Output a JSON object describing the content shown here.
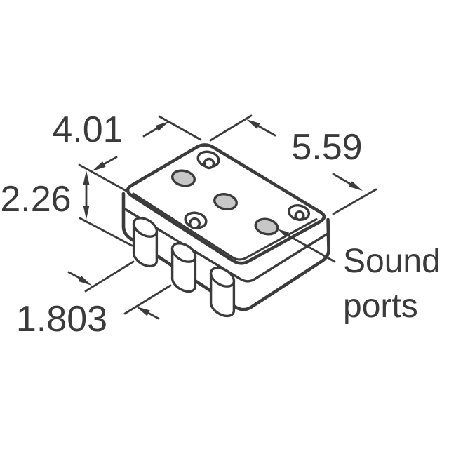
{
  "drawing": {
    "description": "Isometric technical drawing of a surface-mount component with sound ports and dimension callouts",
    "dimensions": {
      "top_width": "4.01",
      "top_length": "5.59",
      "height": "2.26",
      "terminal_pitch": "1.803"
    },
    "callout": {
      "line1": "Sound",
      "line2": "ports"
    },
    "colors": {
      "line": "#3b3b3b",
      "text": "#3a3a3a",
      "sound_port_fill": "#c7c7c7",
      "background": "#ffffff"
    }
  }
}
